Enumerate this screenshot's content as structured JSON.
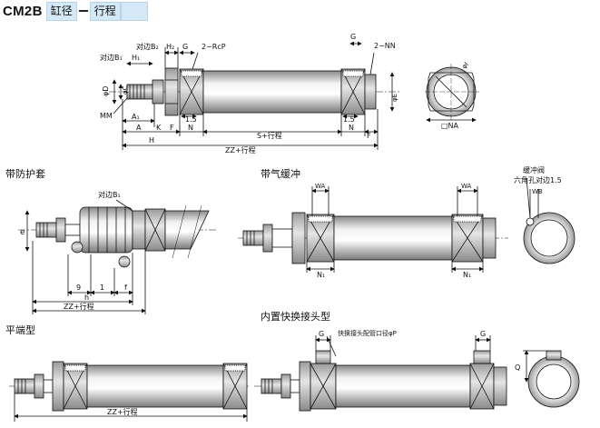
{
  "header": {
    "model": "CM2B",
    "bore_label": "缸径",
    "stroke_label": "行程"
  },
  "sections": {
    "boot": "带防护套",
    "cushion": "带气缓冲",
    "flat_end": "平端型",
    "quick_fitting": "内置快换接头型"
  },
  "main_labels": {
    "across_flats_b2": "对边B₂",
    "across_flats_b1": "对边B₁",
    "h1": "H₁",
    "h2": "H₂",
    "g": "G",
    "port_rc": "2−RcP",
    "port_nn": "2−NN",
    "g_right": "G",
    "dd": "φD",
    "dc": "φC",
    "mm": "MM",
    "a1": "A₁",
    "a": "A",
    "k": "K",
    "f": "F",
    "n": "N",
    "d15": "1.5",
    "h": "H",
    "s_stroke": "S+行程",
    "d15b": "1.5",
    "n_right": "N",
    "f_right": "F",
    "zz_stroke": "ZZ+行程",
    "phi_i": "φI",
    "phi_e": "φE",
    "na": "□NA"
  },
  "boot_labels": {
    "across_flats_b": "对边B₁",
    "e": "e",
    "nine": "9",
    "one": "1",
    "f": "f",
    "h": "h",
    "zz_stroke": "ZZ+行程"
  },
  "cushion_labels": {
    "wa": "WA",
    "wa2": "WA",
    "n1": "N₁",
    "n1b": "N₁",
    "valve": "缓冲阀",
    "hex": "六角孔对边1.5",
    "wb": "WB"
  },
  "flat_labels": {
    "zz_stroke": "ZZ+行程"
  },
  "quick_labels": {
    "g": "G",
    "g2": "G",
    "pipe": "快换接头配管口径φP",
    "q": "Q"
  }
}
